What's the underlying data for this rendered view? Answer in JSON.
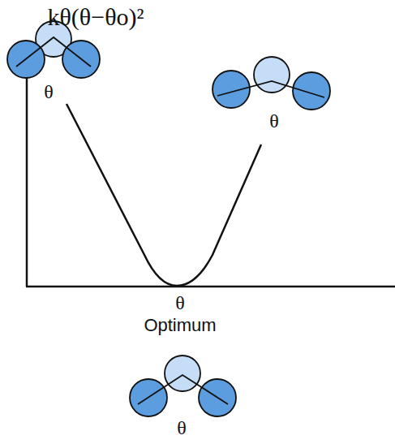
{
  "diagram": {
    "labels": [
      "kθ(θ−θo)²",
      "θ",
      "θ",
      "θ",
      "Optimum",
      "θ"
    ]
  }
}
